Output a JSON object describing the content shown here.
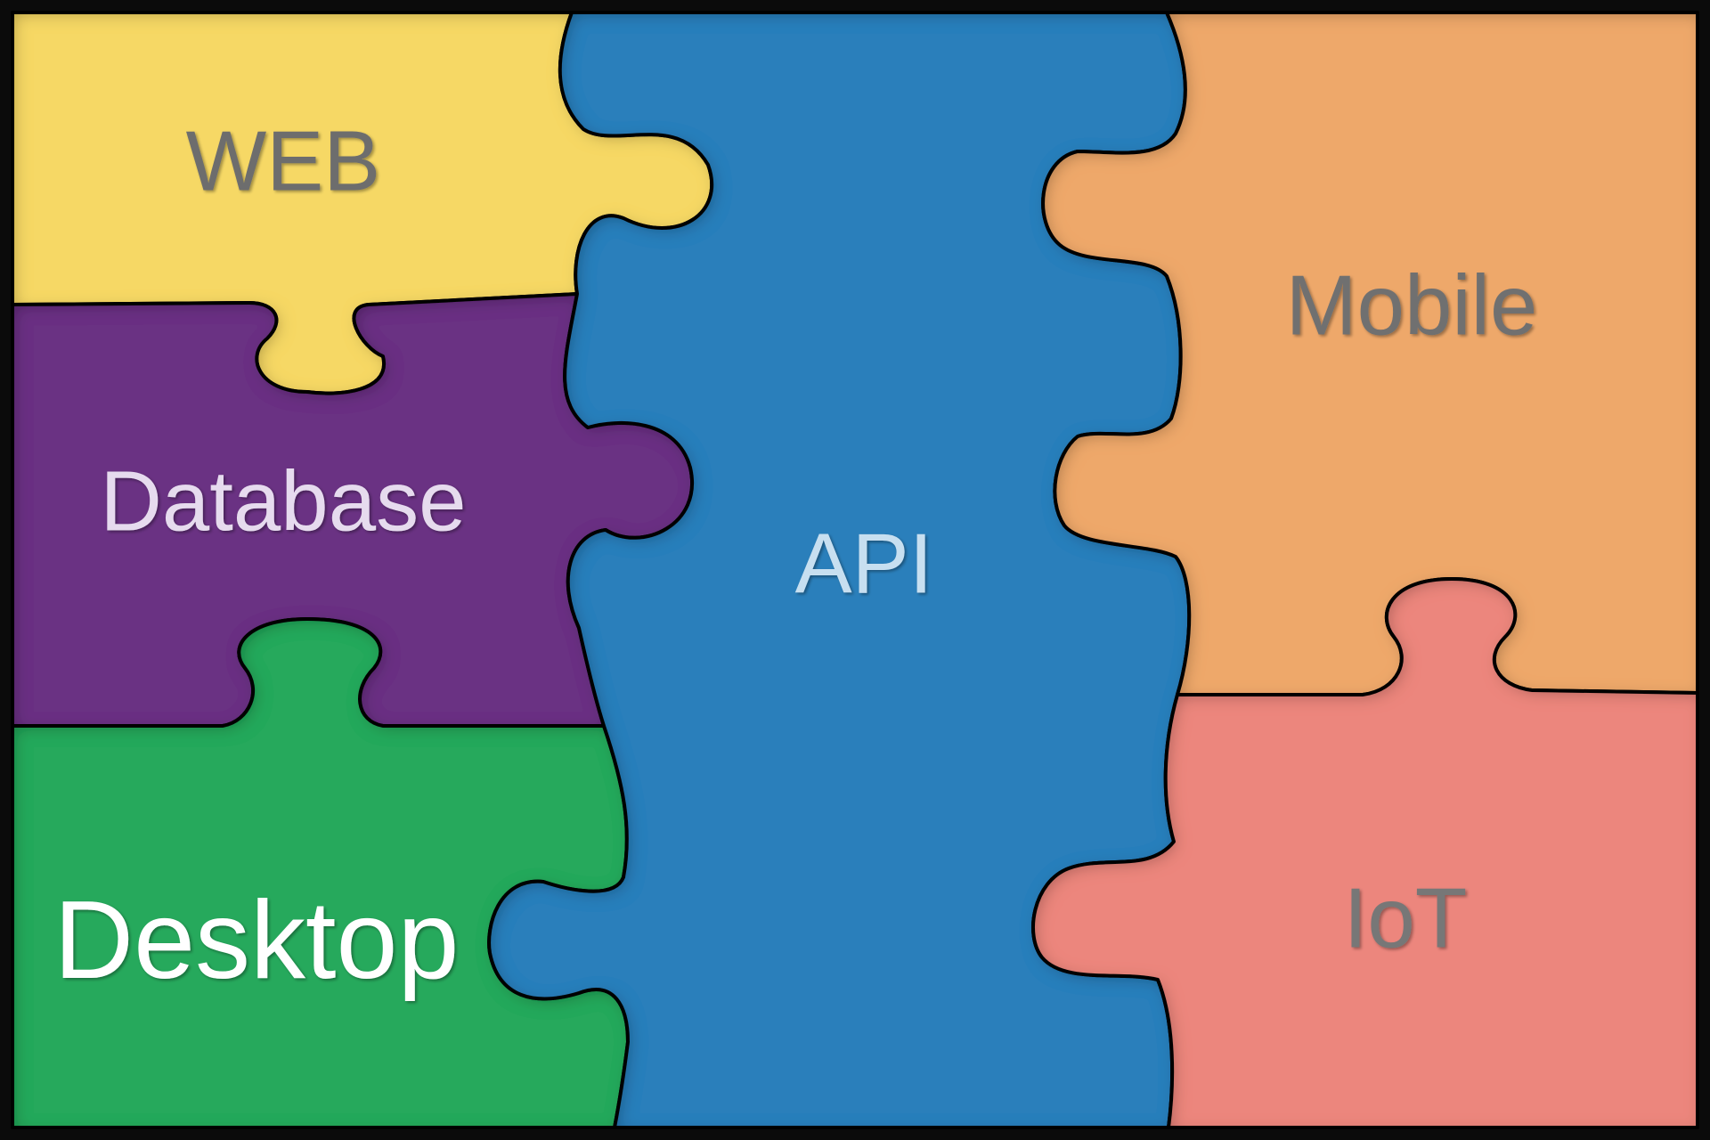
{
  "pieces": {
    "web": {
      "label": "WEB",
      "color": "#f6d865",
      "text_color": "#6d6d6d"
    },
    "database": {
      "label": "Database",
      "color": "#6b3183",
      "text_color": "#e6dbee"
    },
    "desktop": {
      "label": "Desktop",
      "color": "#27a95c",
      "text_color": "#ffffff"
    },
    "api": {
      "label": "API",
      "color": "#2b7fbb",
      "text_color": "#c7dff0"
    },
    "mobile": {
      "label": "Mobile",
      "color": "#eea86a",
      "text_color": "#707070"
    },
    "iot": {
      "label": "IoT",
      "color": "#ec867d",
      "text_color": "#777777"
    }
  },
  "frame_color": "#0b0b0b"
}
